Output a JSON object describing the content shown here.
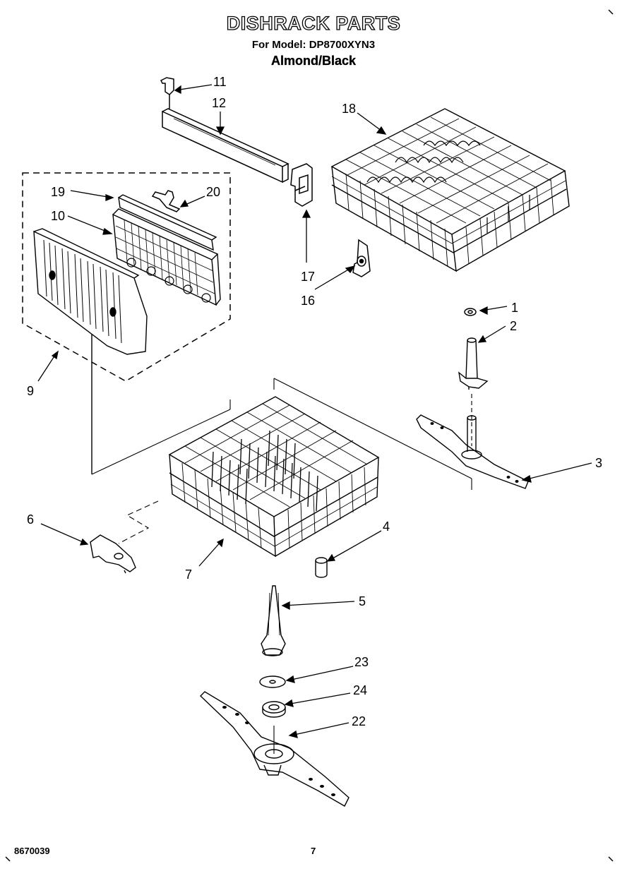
{
  "header": {
    "title": "DISHRACK PARTS",
    "model_line": "For Model: DP8700XYN3",
    "color_line": "Almond/Black"
  },
  "footer": {
    "doc_number": "8670039",
    "page_number": "7"
  },
  "callouts": {
    "c1": "1",
    "c2": "2",
    "c3": "3",
    "c4": "4",
    "c5": "5",
    "c6": "6",
    "c7": "7",
    "c9": "9",
    "c10": "10",
    "c11": "11",
    "c12": "12",
    "c16": "16",
    "c17": "17",
    "c18": "18",
    "c19": "19",
    "c20": "20",
    "c22": "22",
    "c23": "23",
    "c24": "24"
  }
}
